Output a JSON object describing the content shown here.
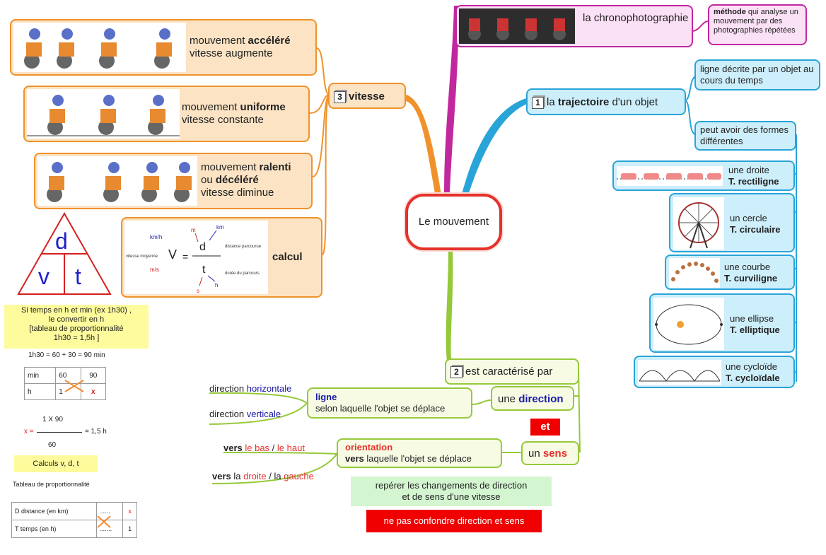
{
  "center": {
    "label": "Le mouvement"
  },
  "chrono": {
    "title": "la chronophotographie",
    "note_bold": "méthode",
    "note_rest": " qui analyse un mouvement par des photographies répétées"
  },
  "trajectoire": {
    "num": "1",
    "pre": "la ",
    "bold": "trajectoire",
    "post": " d'un objet",
    "def1": "ligne décrite par un objet au cours du temps",
    "def2": "peut avoir des formes différentes",
    "items": [
      {
        "line1": "une droite",
        "line2": "T. rectiligne"
      },
      {
        "line1": "un cercle",
        "line2": "T. circulaire"
      },
      {
        "line1": "une courbe",
        "line2": "T. curviligne"
      },
      {
        "line1": "une ellipse",
        "line2": "T. elliptique"
      },
      {
        "line1": "une cycloïde",
        "line2": "T. cycloïdale"
      }
    ]
  },
  "vitesse": {
    "num": "3",
    "label": "vitesse",
    "accel": {
      "pre": "mouvement ",
      "bold": "accéléré",
      "line2": "vitesse augmente"
    },
    "uniform": {
      "pre": "mouvement ",
      "bold": "uniforme",
      "line2": "vitesse constante"
    },
    "ralenti": {
      "pre": "mouvement ",
      "bold1": "ralenti",
      "mid": "ou ",
      "bold2": "décéléré",
      "line3": "vitesse diminue"
    },
    "calcul": "calcul",
    "formula": {
      "V": "V",
      "eq": "=",
      "d": "d",
      "t": "t",
      "kmh": "km/h",
      "ms": "m/s",
      "vm": "vitesse moyenne",
      "m": "m",
      "km": "km",
      "dp": "distance parcourue",
      "s": "s",
      "h": "h",
      "dur": "durée du parcours"
    }
  },
  "triangle": {
    "d": "d",
    "v": "v",
    "t": "t"
  },
  "left_notes": {
    "yellow1": [
      "Si temps en h et min (ex 1h30) ,",
      "le convertir en h",
      "[tableau de proportionnalité",
      "1h30 = 1,5h ]"
    ],
    "eq1": "1h30 = 60 + 30 = 90 min",
    "table1": {
      "r1": [
        "min",
        "60",
        "90"
      ],
      "r2": [
        "h",
        "1",
        "x"
      ]
    },
    "frac_num": "1 X 90",
    "frac_x": "x =",
    "frac_res": "= 1,5 h",
    "frac_den": "60",
    "yellow2": "Calculs v, d, t",
    "tab_title": "Tableau de proportionnalité",
    "table2": {
      "r1": [
        "D distance (en km)",
        "......",
        "x"
      ],
      "r2": [
        "T temps (en h)",
        ".......",
        "1"
      ]
    }
  },
  "caracterise": {
    "num": "2",
    "label": "est caractérisé par",
    "direction_pre": "une ",
    "direction_bold": "direction",
    "ligne_bold": "ligne",
    "ligne_rest": "selon laquelle l'objet se déplace",
    "dir_h_pre": "direction ",
    "dir_h": "horizontale",
    "dir_v_pre": "direction ",
    "dir_v": "verticale",
    "et": "et",
    "sens_pre": "un ",
    "sens_bold": "sens",
    "orient_bold": "orientation",
    "orient_vers": "vers",
    "orient_rest": " laquelle l'objet se déplace",
    "bas_vers": "vers",
    "bas": " le bas",
    "slash": " / ",
    "haut": "le haut",
    "droite_vers": "vers",
    "la1": " la ",
    "droite": "droite",
    "la2": " / la ",
    "gauche": "gauche",
    "reperer": [
      "repérer les changements de direction",
      "et de sens d'une vitesse"
    ],
    "warn": "ne pas confondre direction et sens"
  },
  "colors": {
    "orange": "#f0922b",
    "blue": "#29a4d8",
    "green": "#95c93a",
    "pink": "#c2289e",
    "red": "#e4322b",
    "navy": "#1a1aa8"
  }
}
